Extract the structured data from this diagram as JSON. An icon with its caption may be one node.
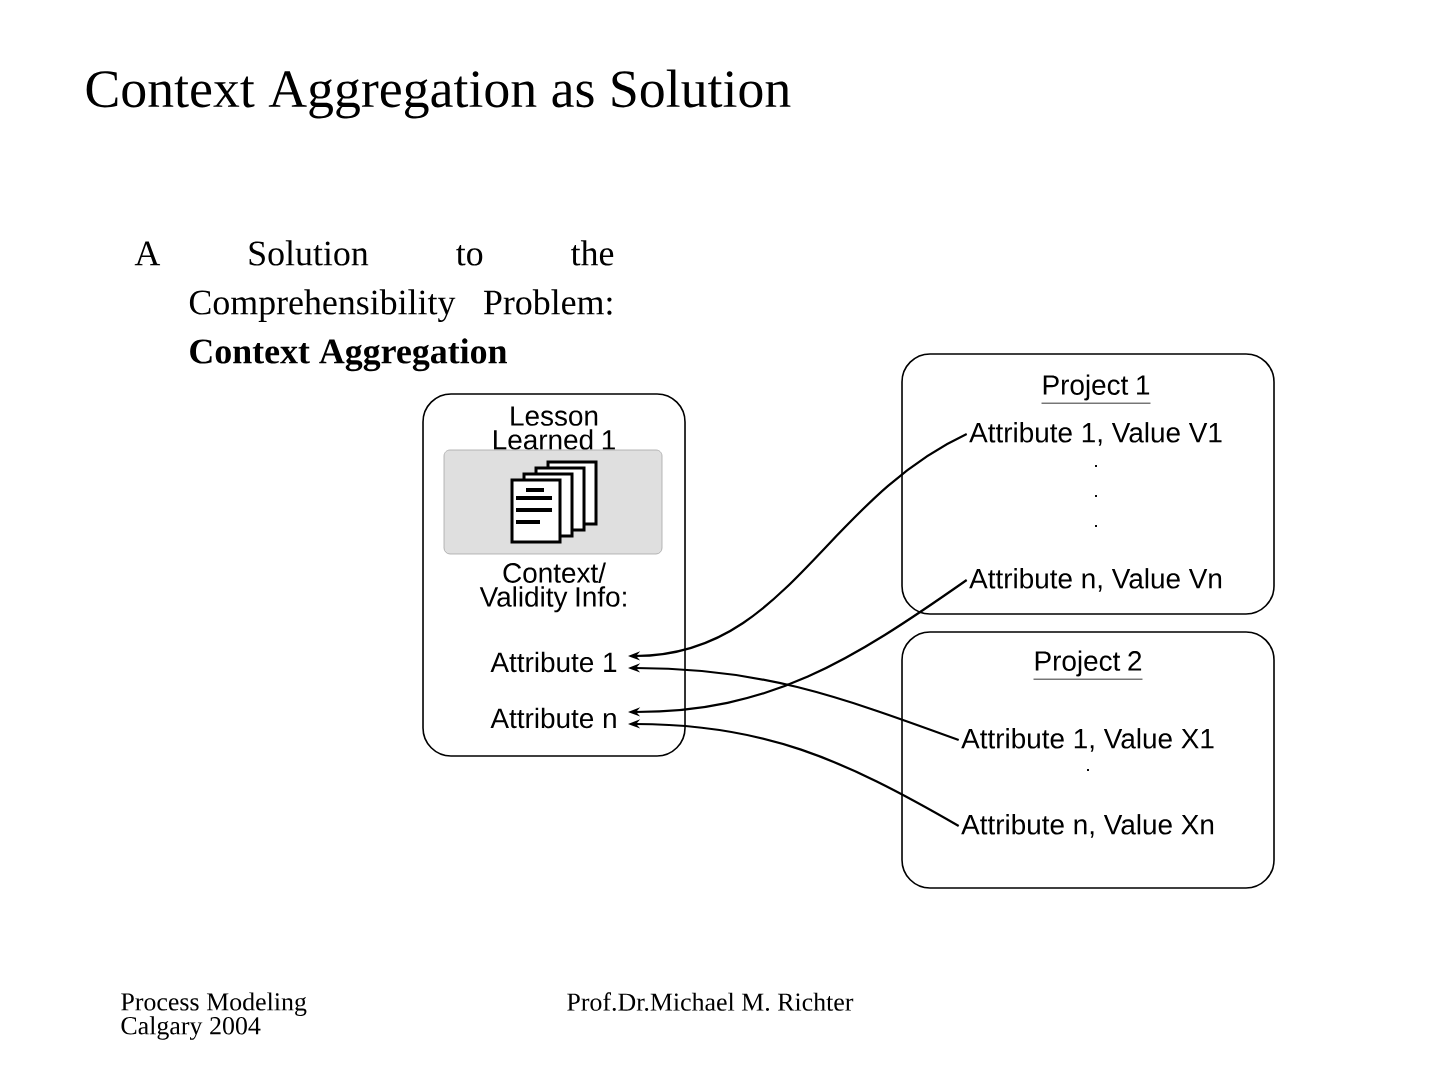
{
  "diagram": {
    "title": "Context Aggregation as Solution",
    "nodes": [
      {
        "text": [
          "Lesson Learned 1",
          "Context/ Validity Info:"
        ]
      },
      {
        "text": [
          "Attribute 1"
        ],
        "in": 0
      },
      {
        "text": [
          "Attribute n"
        ],
        "in": 0
      },
      {
        "text": [
          "Project 1"
        ]
      },
      {
        "text": [
          "Attribute 1, Value V1"
        ],
        "in": 3
      },
      {
        "text": [
          "Attribute n, Value Vn"
        ],
        "in": 3
      },
      {
        "text": [
          "Project 2"
        ]
      },
      {
        "text": [
          "Attribute 1, Value X1"
        ],
        "in": 6
      },
      {
        "text": [
          "Attribute n, Value Xn"
        ],
        "in": 6
      }
    ],
    "edges": [
      {
        "from": 4,
        "to": 1,
        "arrow": "to"
      },
      {
        "from": 7,
        "to": 1,
        "arrow": "to"
      },
      {
        "from": 5,
        "to": 2,
        "arrow": "to"
      },
      {
        "from": 8,
        "to": 2,
        "arrow": "to"
      }
    ],
    "labels": [
      "A Solution to the Comprehensibility Problem: **Context Aggregation**",
      ".",
      ".",
      ".",
      ".",
      "Process Modeling Calgary 2004",
      "Prof.Dr.Michael M. Richter"
    ]
  }
}
